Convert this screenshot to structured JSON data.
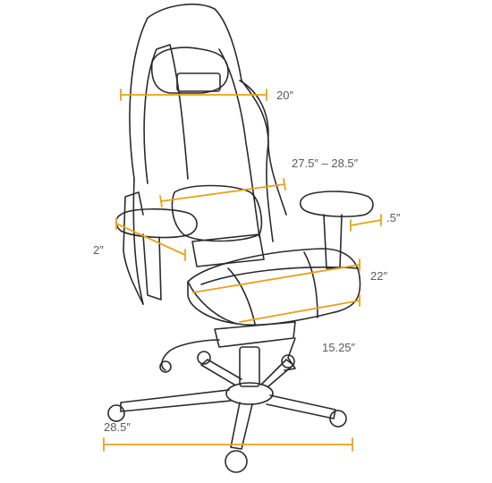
{
  "colors": {
    "dimension_line": "#e8a21a",
    "outline": "#2b2b2b",
    "label_text": "#5a5a5a",
    "background": "#ffffff"
  },
  "dimensions": {
    "headrest_width": "20″",
    "backrest_width": "27.5″ – 28.5″",
    "armrest_adjust": ".5″",
    "armrest_height": "2″",
    "seat_depth": "22″",
    "seat_width": "15.25″",
    "base_diameter": "28.5″"
  }
}
